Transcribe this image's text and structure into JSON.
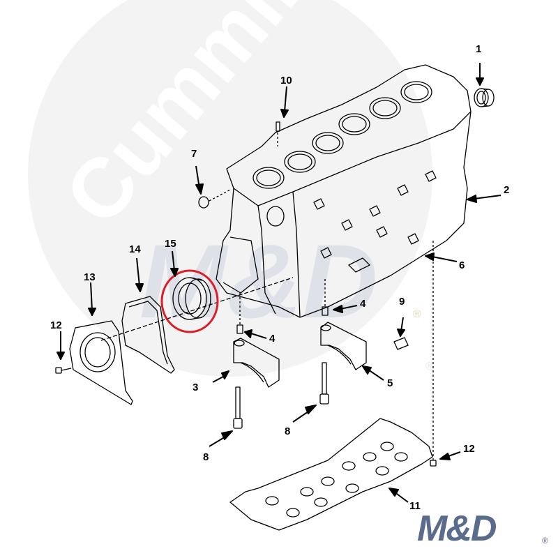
{
  "watermark": {
    "brand_text": "Cummins",
    "logo_text": "M&D",
    "registered_mark": "®"
  },
  "footer_logo": {
    "text": "M&D",
    "registered_mark": "®",
    "color": "#5a6c8c",
    "accent_color": "#c9a95e"
  },
  "highlight": {
    "part": "15",
    "color": "#d8202a"
  },
  "callouts": [
    {
      "id": "c1",
      "label": "1"
    },
    {
      "id": "c2",
      "label": "2"
    },
    {
      "id": "c3",
      "label": "3"
    },
    {
      "id": "c4a",
      "label": "4"
    },
    {
      "id": "c4b",
      "label": "4"
    },
    {
      "id": "c5",
      "label": "5"
    },
    {
      "id": "c6",
      "label": "6"
    },
    {
      "id": "c7",
      "label": "7"
    },
    {
      "id": "c8a",
      "label": "8"
    },
    {
      "id": "c8b",
      "label": "8"
    },
    {
      "id": "c9",
      "label": "9"
    },
    {
      "id": "c10",
      "label": "10"
    },
    {
      "id": "c11",
      "label": "11"
    },
    {
      "id": "c12a",
      "label": "12"
    },
    {
      "id": "c12b",
      "label": "12"
    },
    {
      "id": "c13",
      "label": "13"
    },
    {
      "id": "c14",
      "label": "14"
    },
    {
      "id": "c15",
      "label": "15"
    }
  ]
}
